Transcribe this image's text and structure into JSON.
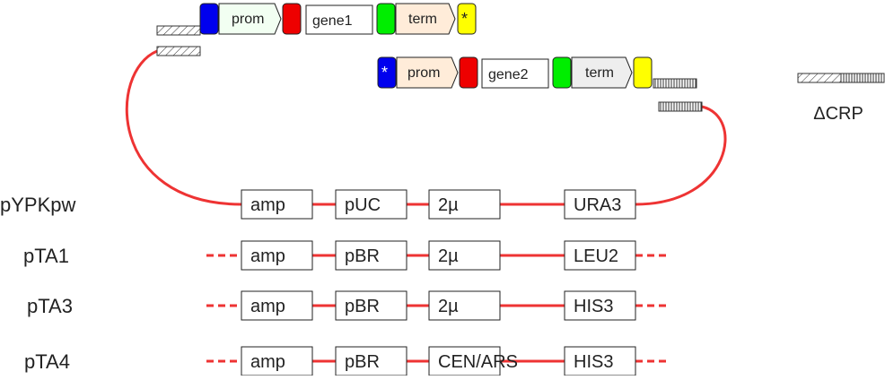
{
  "colors": {
    "backbone": "#ee3333",
    "blue": "#0000ee",
    "red": "#ee0000",
    "green": "#00ee00",
    "yellow": "#ffff00",
    "prom1_fill": "#f2fff2",
    "prom2_fill": "#ffecd9",
    "term1_fill": "#ffecd9",
    "term2_fill": "#eeeeee",
    "box_stroke": "#222222"
  },
  "cassette1": {
    "prom": "prom",
    "gene": "gene1",
    "term": "term",
    "marker": "*"
  },
  "cassette2": {
    "marker": "*",
    "prom": "prom",
    "gene": "gene2",
    "term": "term"
  },
  "crp_label": "ΔCRP",
  "plasmids": [
    {
      "name": "pYPKpw",
      "parts": [
        "amp",
        "pUC",
        "2µ",
        "URA3"
      ],
      "dashed_ends": false
    },
    {
      "name": "pTA1",
      "parts": [
        "amp",
        "pBR",
        "2µ",
        "LEU2"
      ],
      "dashed_ends": true
    },
    {
      "name": "pTA3",
      "parts": [
        "amp",
        "pBR",
        "2µ",
        "HIS3"
      ],
      "dashed_ends": true
    },
    {
      "name": "pTA4",
      "parts": [
        "amp",
        "pBR",
        "CEN/ARS",
        "HIS3"
      ],
      "dashed_ends": true
    }
  ]
}
